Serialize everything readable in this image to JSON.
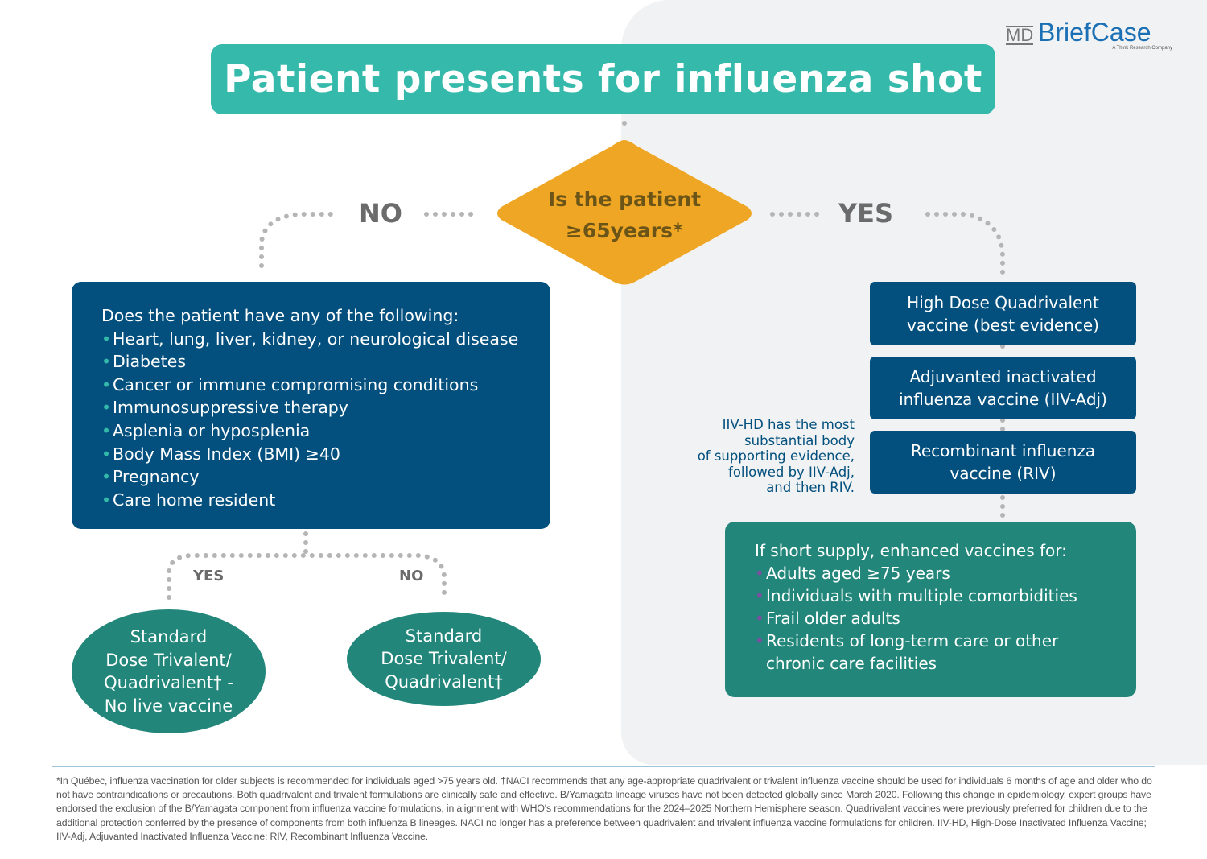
{
  "logo": {
    "md": "MD",
    "name": "BriefCase",
    "tagline": "A Think Research Company"
  },
  "title": "Patient presents for influenza shot",
  "question": {
    "line1": "Is the patient",
    "line2": "≥65years*"
  },
  "branch_no": "NO",
  "branch_yes": "YES",
  "left_box": {
    "heading": "Does the patient have any of the following:",
    "items": [
      "Heart, lung, liver, kidney, or neurological disease",
      "Diabetes",
      "Cancer or immune compromising conditions",
      "Immunosuppressive therapy",
      "Asplenia or hyposplenia",
      "Body Mass Index (BMI) ≥40",
      "Pregnancy",
      "Care home resident"
    ]
  },
  "sub_yes": "YES",
  "sub_no": "NO",
  "oval_yes": {
    "l1": "Standard",
    "l2": "Dose Trivalent/",
    "l3": "Quadrivalent† -",
    "l4": "No live vaccine"
  },
  "oval_no": {
    "l1": "Standard",
    "l2": "Dose Trivalent/",
    "l3": "Quadrivalent†"
  },
  "vaccines": [
    {
      "l1": "High Dose Quadrivalent",
      "l2": "vaccine (best evidence)"
    },
    {
      "l1": "Adjuvanted inactivated",
      "l2": "influenza vaccine (IIV-Adj)"
    },
    {
      "l1": "Recombinant influenza",
      "l2": "vaccine (RIV)"
    }
  ],
  "evidence_note": {
    "l1": "IIV-HD has the most",
    "l2": "substantial body",
    "l3": "of supporting evidence,",
    "l4": "followed by  IIV-Adj,",
    "l5": "and then RIV."
  },
  "short_supply": {
    "heading": "If short supply, enhanced vaccines for:",
    "items": [
      "Adults aged ≥75 years",
      "Individuals with multiple comorbidities",
      "Frail older adults",
      "Residents of long-term care or other chronic care facilities"
    ]
  },
  "footnote": "*In Québec, influenza vaccination for older subjects is recommended for individuals aged >75 years old. †NACI recommends that any age-appropriate quadrivalent or trivalent influenza vaccine should be used for individuals 6 months of age and older who do not have contraindications or precautions. Both quadrivalent and trivalent formulations are clinically safe and effective. B/Yamagata lineage viruses have not been detected globally since March 2020. Following this change in epidemiology, expert groups have endorsed the exclusion of the B/Yamagata component from influenza vaccine formulations, in alignment with WHO's recommendations for the 2024–2025 Northern Hemisphere season. Quadrivalent vaccines were previously preferred for children due to the additional protection conferred by the presence of components from both influenza B lineages. NACI no longer has a preference between quadrivalent and trivalent influenza vaccine formulations for children. IIV-HD, High-Dose Inactivated Influenza Vaccine; IIV-Adj, Adjuvanted Inactivated Influenza Vaccine; RIV, Recombinant Influenza Vaccine.",
  "colors": {
    "title": "#35b9aa",
    "diamond": "#eea624",
    "blue": "#03507e",
    "green": "#22877a",
    "panel": "#f1f2f3"
  }
}
